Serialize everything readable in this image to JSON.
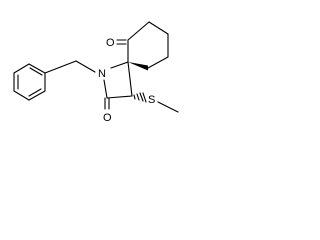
{
  "atom_labels": {
    "o_ketone": "O",
    "n_lactam": "N",
    "o_lactam": "O",
    "s_thioether": "S"
  },
  "colors": {
    "ink": "#000000",
    "background": "#ffffff"
  }
}
